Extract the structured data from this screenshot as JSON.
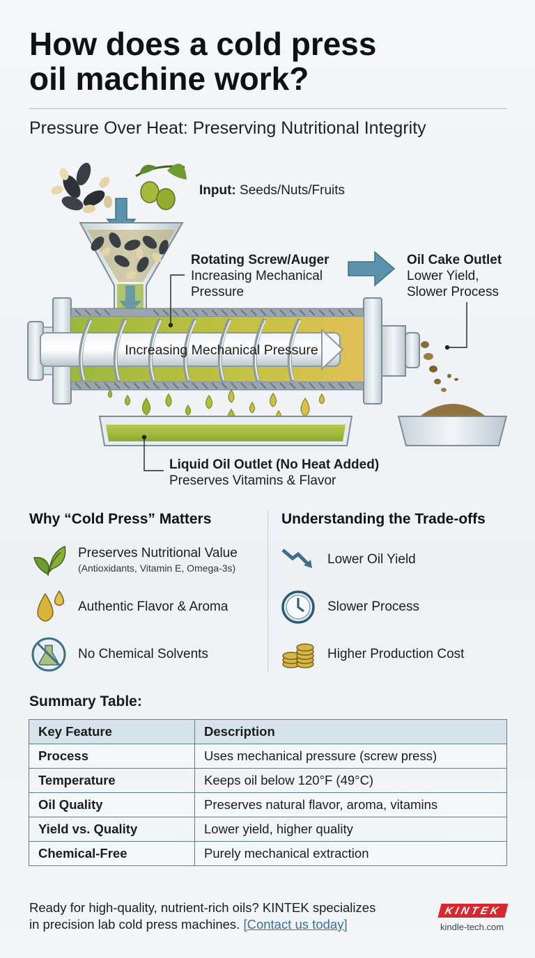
{
  "header": {
    "title_line1": "How does a cold press",
    "title_line2": "oil machine work?",
    "subtitle": "Pressure Over Heat: Preserving Nutritional Integrity"
  },
  "diagram": {
    "input_bold": "Input:",
    "input_text": "Seeds/Nuts/Fruits",
    "screw_title": "Rotating Screw/Auger",
    "screw_line1": "Increasing Mechanical",
    "screw_line2": "Pressure",
    "cake_title": "Oil Cake Outlet",
    "cake_line1": "Lower Yield,",
    "cake_line2": "Slower Process",
    "shaft_label": "Increasing Mechanical Pressure",
    "oil_title": "Liquid Oil Outlet (No Heat Added)",
    "oil_sub": "Preserves Vitamins & Flavor"
  },
  "why": {
    "heading": "Why “Cold Press” Matters",
    "items": [
      {
        "label": "Preserves Nutritional Value",
        "sub": "(Antioxidants, Vitamin E, Omega-3s)",
        "icon": "leaf-icon"
      },
      {
        "label": "Authentic Flavor & Aroma",
        "icon": "oil-drops-icon"
      },
      {
        "label": "No Chemical Solvents",
        "icon": "no-chemicals-icon"
      }
    ]
  },
  "tradeoffs": {
    "heading": "Understanding the Trade-offs",
    "items": [
      {
        "label": "Lower Oil Yield",
        "icon": "down-trend-arrow-icon"
      },
      {
        "label": "Slower Process",
        "icon": "clock-icon"
      },
      {
        "label": "Higher Production Cost",
        "icon": "coins-icon"
      }
    ]
  },
  "summary": {
    "heading": "Summary Table:",
    "columns": [
      "Key Feature",
      "Description"
    ],
    "rows": [
      [
        "Process",
        "Uses mechanical pressure (screw press)"
      ],
      [
        "Temperature",
        "Keeps oil below 120°F (49°C)"
      ],
      [
        "Oil Quality",
        "Preserves natural flavor, aroma, vitamins"
      ],
      [
        "Yield vs. Quality",
        "Lower yield, higher quality"
      ],
      [
        "Chemical-Free",
        "Purely mechanical extraction"
      ]
    ]
  },
  "footer": {
    "text_line1": "Ready for high-quality, nutrient-rich oils? KINTEK specializes",
    "text_line2": "in precision lab cold press machines.",
    "link": "[Contact us today]",
    "logo": "KINTEK",
    "site": "kindle-tech.com"
  },
  "colors": {
    "accent_teal": "#4f8aa6",
    "oil_green": "#a6b83a",
    "oil_gold": "#d7b33a",
    "brand_red": "#d7282f"
  }
}
